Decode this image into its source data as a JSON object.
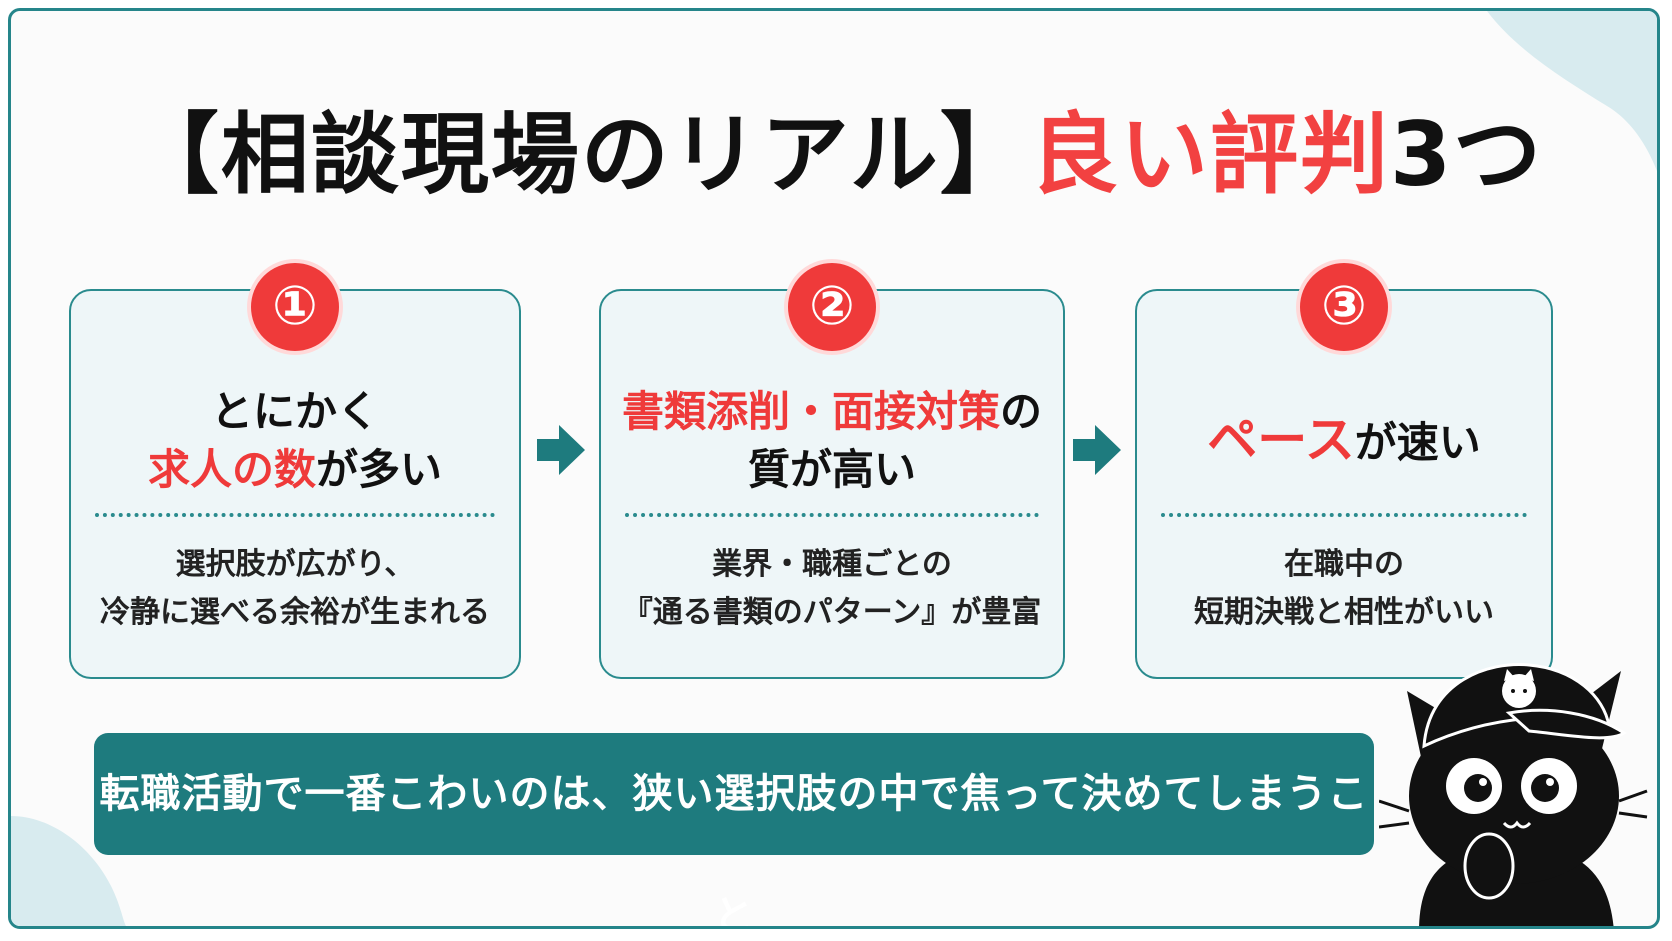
{
  "title": {
    "main": "【相談現場のリアル】",
    "highlight": "良い評判",
    "suffix": "3つ"
  },
  "cards": [
    {
      "badge": "①",
      "head_line1": "とにかく",
      "head_red": "求人の数",
      "head_rest": "が多い",
      "sub_line1": "選択肢が広がり、",
      "sub_line2": "冷静に選べる余裕が生まれる"
    },
    {
      "badge": "②",
      "head_red": "書類添削・面接対策",
      "head_line1_rest": "の",
      "head_line2": "質が高い",
      "sub_line1": "業界・職種ごとの",
      "sub_line2": "『通る書類のパターン』が豊富"
    },
    {
      "badge": "③",
      "head_red": "ペース",
      "head_rest": "が速い",
      "sub_line1": "在職中の",
      "sub_line2": "短期決戦と相性がいい"
    }
  ],
  "banner": "転職活動で一番こわいのは、狭い選択肢の中で焦って決めてしまうこと",
  "colors": {
    "accent_red": "#ef3a3a",
    "teal": "#1e7b7e",
    "card_bg": "#eef6f8"
  }
}
